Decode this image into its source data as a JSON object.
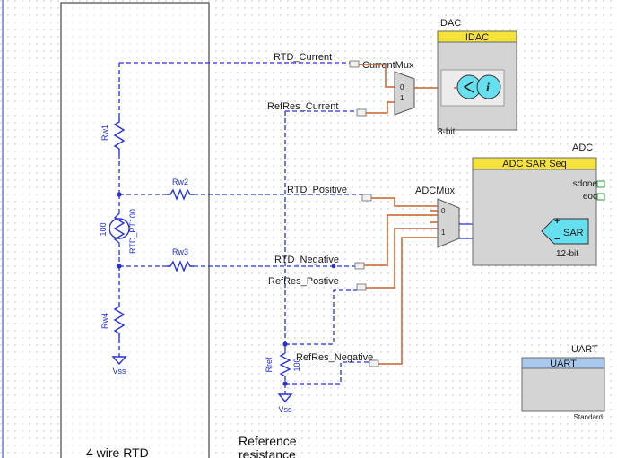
{
  "blocks": {
    "idac": {
      "instance": "IDAC",
      "header": "IDAC",
      "resolution": "8-bit"
    },
    "adc": {
      "instance": "ADC",
      "header": "ADC SAR Seq",
      "sdone": "sdone",
      "eoc": "eoc",
      "sar": "SAR",
      "resolution": "12-bit",
      "plus": "+",
      "minus": "−"
    },
    "uart": {
      "instance": "UART",
      "header": "UART",
      "footer": "Standard"
    }
  },
  "muxes": {
    "current": {
      "name": "CurrentMux",
      "in0": "0",
      "in1": "1"
    },
    "adc": {
      "name": "ADCMux",
      "in0": "0",
      "in1": "1"
    }
  },
  "nets": {
    "rtd_current": "RTD_Current",
    "refres_current": "RefRes_Current",
    "rtd_positive": "RTD_Positive",
    "rtd_negative": "RTD_Negative",
    "refres_postive": "RefRes_Postive",
    "refres_negative": "RefRes_Negative"
  },
  "components": {
    "rw1": "Rw1",
    "rw2": "Rw2",
    "rw3": "Rw3",
    "rw4": "Rw4",
    "rtd_value": "100",
    "rtd_name": "RTD_PT100",
    "rref": "Rref",
    "rref_value": "100",
    "vss1": "Vss",
    "vss2": "Vss"
  },
  "captions": {
    "rtd": "4 wire RTD",
    "reference_line1": "Reference",
    "reference_line2": "resistance"
  },
  "colors": {
    "wire_blue": "#2733d9",
    "wire_orange": "#c8612a",
    "idac_header": "#f5e23a",
    "uart_header": "#a8c8ee",
    "sar_fill": "#66e0ee",
    "idac_symbol": "#66e0ee"
  }
}
